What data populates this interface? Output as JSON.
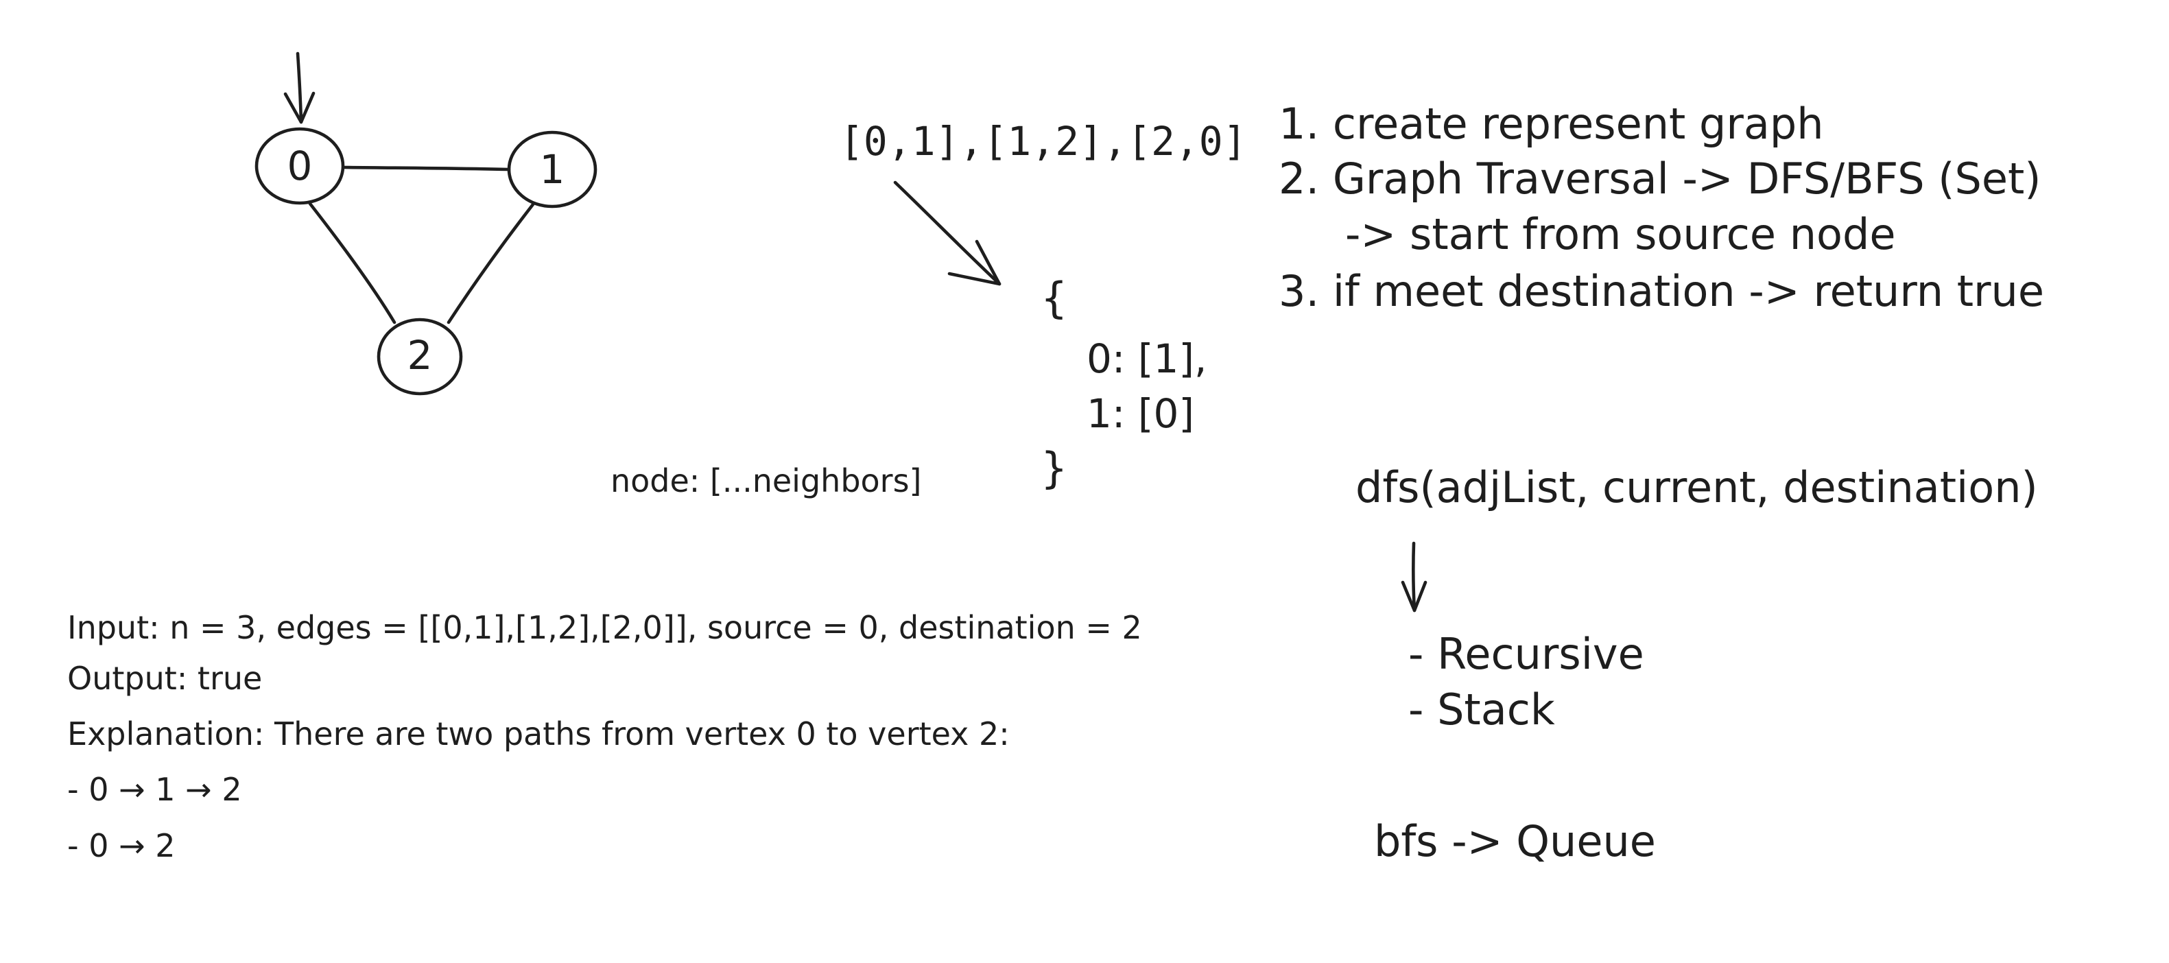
{
  "graph": {
    "nodes": [
      "0",
      "1",
      "2"
    ]
  },
  "edges_text": "[0,1],[1,2],[2,0]",
  "adjacency": {
    "open_brace": "{",
    "line0": "0: [1],",
    "line1": "1: [0]",
    "close_brace": "}",
    "label": "node: [...neighbors]"
  },
  "steps": [
    "1. create represent graph",
    "2. Graph Traversal -> DFS/BFS (Set)",
    "-> start from source node",
    "3. if meet destination -> return true"
  ],
  "dfs": {
    "signature": "dfs(adjList, current, destination)",
    "options": [
      "- Recursive",
      "- Stack"
    ]
  },
  "bfs": {
    "text": "bfs -> Queue"
  },
  "example": {
    "input": "Input: n = 3, edges = [[0,1],[1,2],[2,0]], source = 0, destination = 2",
    "output": "Output: true",
    "explanation": "Explanation: There are two paths from vertex 0 to vertex 2:",
    "path1": "- 0 → 1 → 2",
    "path2": "- 0 → 2"
  },
  "colors": {
    "ink": "#1e1e1e",
    "background": "#ffffff"
  }
}
